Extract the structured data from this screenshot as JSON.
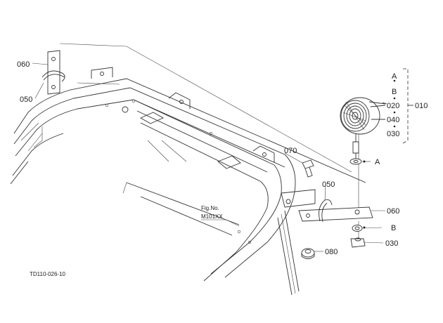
{
  "callouts": {
    "c060_top": "060",
    "c050_top": "050",
    "c070": "070",
    "c050_mid": "050",
    "c060_right": "060",
    "c080": "080",
    "c030_bottom": "030",
    "c020": "020",
    "c040": "040",
    "c030_side": "030",
    "c010": "010"
  },
  "markers": {
    "a_top": "A",
    "b_top": "B",
    "a_ref": "A",
    "b_ref": "B"
  },
  "fig_ref": {
    "line1": "Fig.No.",
    "line2": "M101XX"
  },
  "drawing_id": "TD110-026-10"
}
